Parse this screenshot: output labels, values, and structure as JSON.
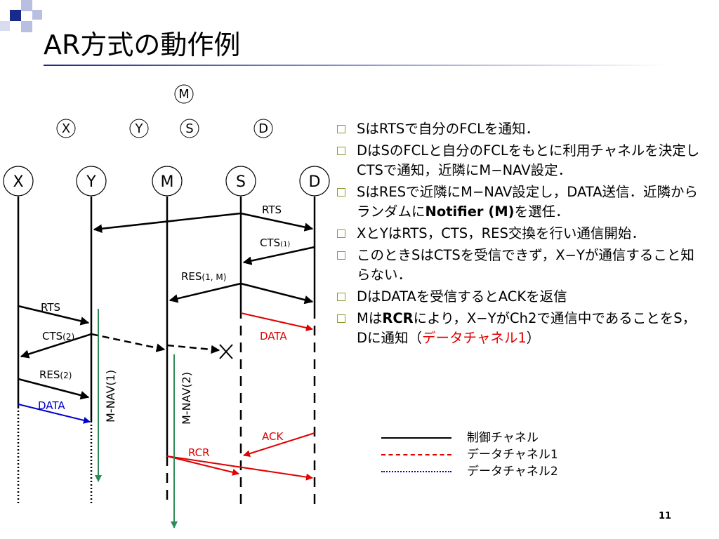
{
  "slide": {
    "title": "AR方式の動作例",
    "page_number": "11"
  },
  "topology": {
    "nodes": [
      "M",
      "X",
      "Y",
      "S",
      "D"
    ]
  },
  "lifelines": [
    "X",
    "Y",
    "M",
    "S",
    "D"
  ],
  "messages": {
    "rts_s": "RTS",
    "cts_d": "CTS",
    "cts_d_sub": "(1)",
    "res_s": "RES",
    "res_s_sub": "(1, M)",
    "data_s": "DATA",
    "rts_x": "RTS",
    "cts_y": "CTS",
    "cts_y_sub": "(2)",
    "res_x": "RES",
    "res_x_sub": "(2)",
    "data_x": "DATA",
    "mnav1": "M-NAV(1)",
    "mnav2": "M-NAV(2)",
    "ack_d": "ACK",
    "rcr_m": "RCR"
  },
  "bullets": {
    "b1": "SはRTSで自分のFCLを通知．",
    "b2": "DはSのFCLと自分のFCLをもとに利用チャネルを決定しCTSで通知，近隣にM−NAV設定．",
    "b3_pre": "SはRESで近隣にM−NAV設定し，DATA送信．近隣からランダムに",
    "b3_bold": "Notifier (M)",
    "b3_post": "を選任．",
    "b4": "XとYはRTS，CTS，RES交換を行い通信開始．",
    "b5": "このときSはCTSを受信できず，X−Yが通信すること知らない．",
    "b6": "DはDATAを受信するとACKを返信",
    "b7_pre": "Mは",
    "b7_bold": "RCR",
    "b7_mid": "により，X−YがCh2で通信中であることをS，Dに通知（",
    "b7_red": "データチャネル1",
    "b7_post": "）"
  },
  "legend": {
    "control": "制御チャネル",
    "data1": "データチャネル1",
    "data2": "データチャネル2"
  },
  "colors": {
    "control": "#000000",
    "data1": "#e00000",
    "data2": "#0000cc",
    "nav": "#2e8b57",
    "bullet_box": "#8a9a2a",
    "accent": "#1a2a8a"
  }
}
